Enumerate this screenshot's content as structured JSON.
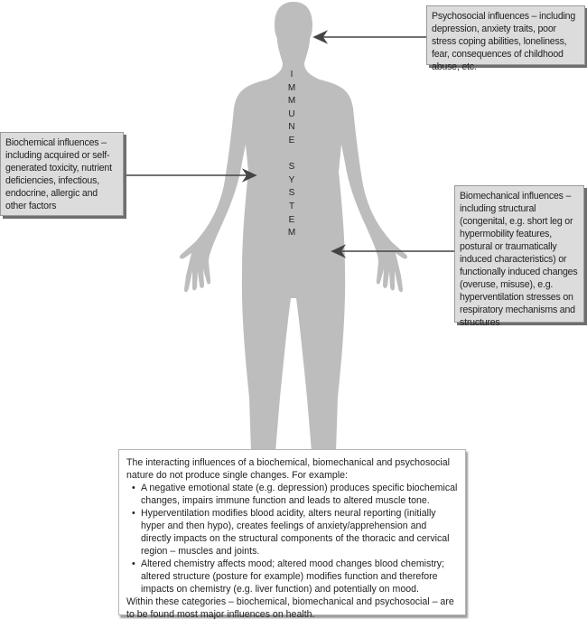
{
  "figure": {
    "immune_label": [
      "I",
      "M",
      "M",
      "U",
      "N",
      "E",
      "",
      "S",
      "Y",
      "S",
      "T",
      "E",
      "M"
    ],
    "psychosocial": "Psychosocial influences – including depression, anxiety traits, poor stress coping abilities, loneliness, fear, consequences of childhood abuse, etc.",
    "biochemical": "Biochemical influences – including acquired or self-generated toxicity, nutrient deficiencies, infectious, endocrine, allergic and other factors",
    "biomechanical": "Biomechanical influences – including structural (congenital, e.g. short leg or hypermobility features, postural or traumatically induced characteristics) or functionally induced changes (overuse, misuse), e.g. hyperventilation stresses on respiratory mechanisms and structures",
    "summary": {
      "intro": "The interacting influences of a biochemical, biomechanical and psychosocial nature do not produce single changes.  For example:",
      "bullets": [
        "A negative emotional state (e.g. depression) produces specific biochemical changes, impairs immune function and leads to altered muscle tone.",
        "Hyperventilation modifies blood acidity, alters neural reporting (initially hyper and then hypo), creates feelings of anxiety/apprehension and directly impacts on the structural components of the thoracic and cervical region – muscles and joints.",
        "Altered chemistry affects mood; altered mood changes blood chemistry; altered structure (posture for example) modifies function and therefore impacts on chemistry (e.g. liver function) and potentially on mood."
      ],
      "outro": "Within these categories – biochemical, biomechanical and psychosocial – are to be found most major influences on health."
    }
  }
}
